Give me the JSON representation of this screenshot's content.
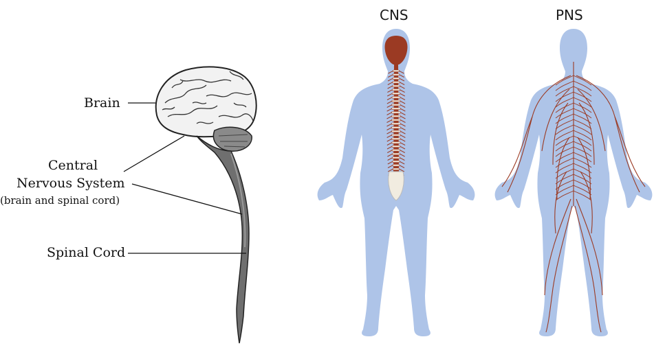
{
  "left_diagram": {
    "labels": {
      "brain": "Brain",
      "cns_line1": "Central",
      "cns_line2": "Nervous System",
      "cns_line3": "(brain and spinal cord)",
      "spinal_cord": "Spinal Cord"
    }
  },
  "right_diagram": {
    "headings": {
      "cns": "CNS",
      "pns": "PNS"
    },
    "colors": {
      "body": "#aec4e8",
      "nerve": "#9b3a23",
      "bone": "#f1ece0"
    }
  }
}
